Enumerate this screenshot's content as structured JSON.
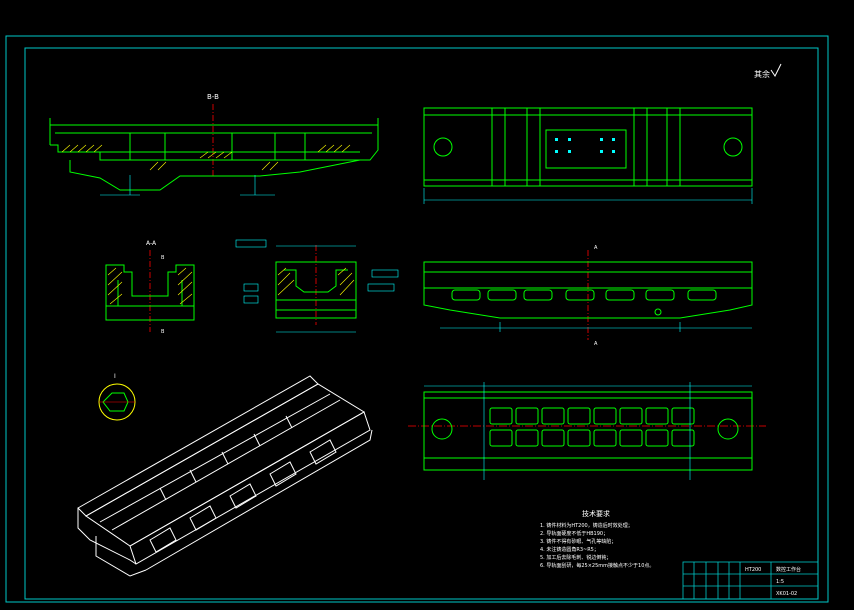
{
  "drawing": {
    "section_bb": "B-B",
    "section_aa": "A-A",
    "marker_a": "A",
    "marker_b": "B",
    "detail_label": "I",
    "roughness_note": "其余",
    "tech_title": "技术要求",
    "tech_notes": [
      "1. 铸件材料为HT200，铸造后时效处理；",
      "2. 导轨面硬度不低于HB190；",
      "3. 铸件不得有砂眼、气孔等缺陷；",
      "4. 未注铸造圆角R3~R5；",
      "5. 加工后去除毛刺、锐边倒钝；",
      "6. 导轨面刮研，每25×25mm接触点不少于10点。"
    ],
    "title_block": {
      "material": "HT200",
      "part_name": "数控工作台",
      "drawing_no": "XK01-02",
      "sheet": "1:5"
    }
  },
  "colors": {
    "frame": "#00c8c8",
    "part": "#00ff00",
    "dim": "#00ffff",
    "center": "#ff0000",
    "text": "#ffffff",
    "hatch": "#ffff00"
  }
}
